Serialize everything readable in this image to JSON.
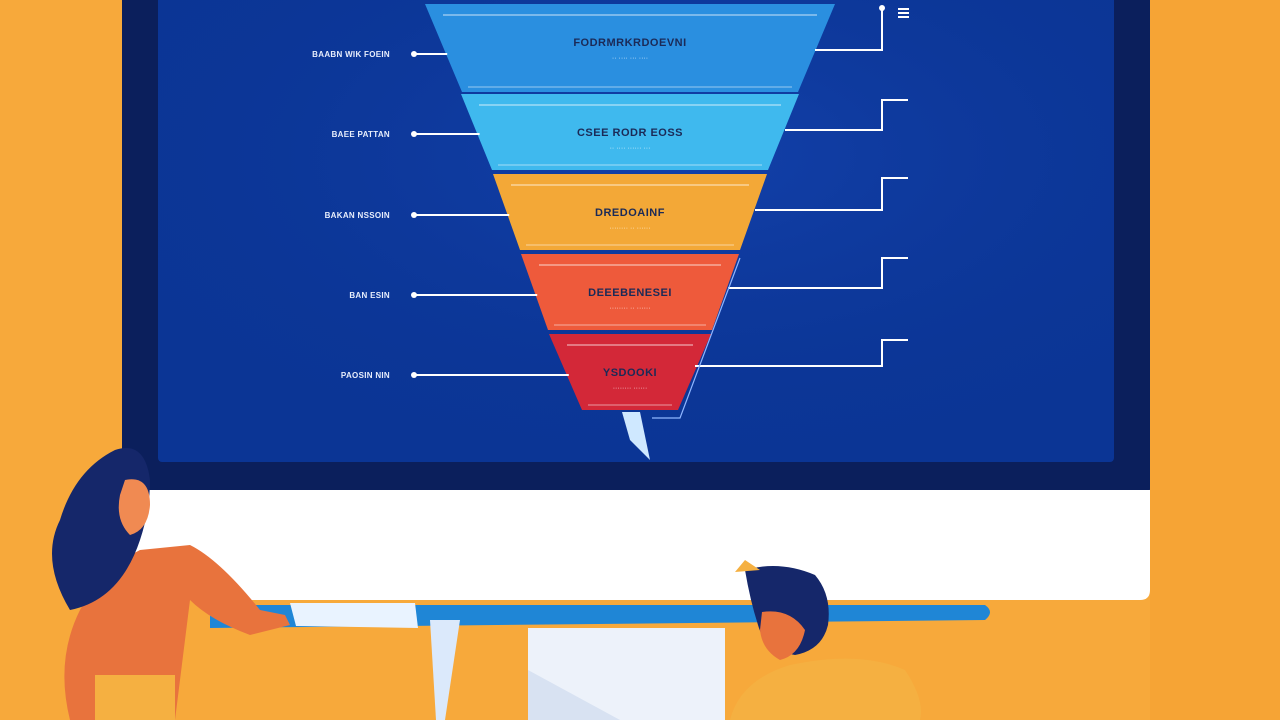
{
  "scene": {
    "description_free": true
  },
  "colors": {
    "background": "#F7A93B",
    "monitor_bezel": "#0b1f5c",
    "screen": "#0b3595",
    "stand_white": "#ffffff",
    "desk_blue": "#1f86d6",
    "stage_1": "#2a8fe0",
    "stage_2": "#3fb9ee",
    "stage_3": "#f3a837",
    "stage_4": "#ee5a3b",
    "stage_5": "#d32838",
    "person_hair": "#15276a",
    "person_skin": "#e8733d"
  },
  "funnel": {
    "stages": [
      {
        "title": "FODRMRKRDOEVNI",
        "subtitle": "·· ···· ··· ····",
        "left_label": "BAABN WIK FOEIN"
      },
      {
        "title": "CSEE RODR EOSS",
        "subtitle": "·· ···· ······ ···",
        "left_label": "BAEE PATTAN"
      },
      {
        "title": "DREDOAINF",
        "subtitle": "········ ·· ······",
        "left_label": "BAKAN NSSOIN"
      },
      {
        "title": "DEEEBENESEI",
        "subtitle": "········ ·· ······",
        "left_label": "BAN ESIN"
      },
      {
        "title": "YSDOOKI",
        "subtitle": "········ ······",
        "left_label": "PAOSIN NIN"
      }
    ]
  },
  "icons": {
    "menu": "hamburger-menu-icon"
  }
}
